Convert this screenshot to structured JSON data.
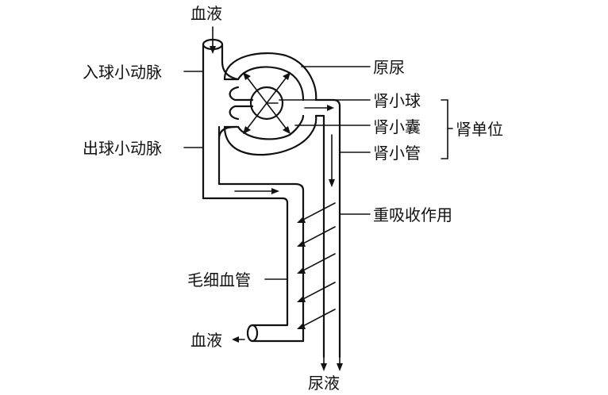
{
  "labels": {
    "blood_in": "血液",
    "afferent_arteriole": "入球小动脉",
    "efferent_arteriole": "出球小动脉",
    "primary_urine": "原尿",
    "glomerulus": "肾小球",
    "bowman_capsule": "肾小囊",
    "renal_tubule": "肾小管",
    "nephron": "肾单位",
    "reabsorption": "重吸收作用",
    "capillary": "毛细血管",
    "blood_out": "血液",
    "urine": "尿液"
  },
  "colors": {
    "ink": "#111111",
    "background": "#ffffff"
  }
}
